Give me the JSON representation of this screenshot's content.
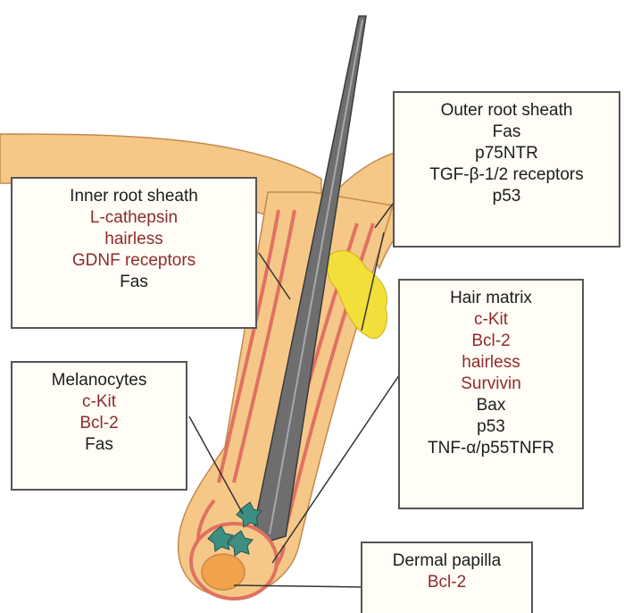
{
  "colors": {
    "skin": "#f6c888",
    "skin_edge": "#c2894d",
    "sheath_line": "#e07161",
    "hair": "#6e6e6e",
    "sebaceous": "#f3df3a",
    "melanocyte": "#3d8f84",
    "papilla": "#f2a24a",
    "red_text": "#8e2b2b"
  },
  "labels": {
    "inner_root_sheath": {
      "title": "Inner root sheath",
      "items": [
        {
          "text": "L-cathepsin",
          "color": "red"
        },
        {
          "text": "hairless",
          "color": "red"
        },
        {
          "text": "GDNF receptors",
          "color": "red"
        },
        {
          "text": "Fas",
          "color": "black"
        }
      ]
    },
    "outer_root_sheath": {
      "title": "Outer root sheath",
      "items": [
        {
          "text": "Fas",
          "color": "black"
        },
        {
          "text": "p75NTR",
          "color": "black"
        },
        {
          "text": "TGF-β-1/2 receptors",
          "color": "black"
        },
        {
          "text": "p53",
          "color": "black"
        }
      ]
    },
    "melanocytes": {
      "title": "Melanocytes",
      "items": [
        {
          "text": "c-Kit",
          "color": "red"
        },
        {
          "text": "Bcl-2",
          "color": "red"
        },
        {
          "text": "Fas",
          "color": "black"
        }
      ]
    },
    "hair_matrix": {
      "title": "Hair matrix",
      "items": [
        {
          "text": "c-Kit",
          "color": "red"
        },
        {
          "text": "Bcl-2",
          "color": "red"
        },
        {
          "text": "hairless",
          "color": "red"
        },
        {
          "text": "Survivin",
          "color": "red"
        },
        {
          "text": "Bax",
          "color": "black"
        },
        {
          "text": "p53",
          "color": "black"
        },
        {
          "text": "TNF-α/p55TNFR",
          "color": "black"
        }
      ]
    },
    "dermal_papilla": {
      "title": "Dermal papilla",
      "items": [
        {
          "text": "Bcl-2",
          "color": "red"
        }
      ]
    }
  }
}
